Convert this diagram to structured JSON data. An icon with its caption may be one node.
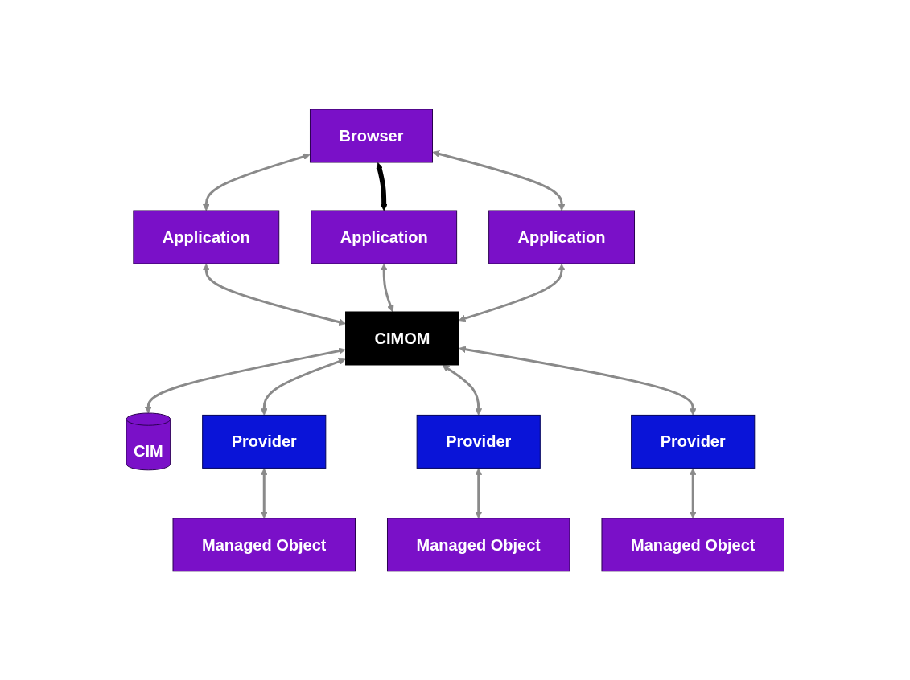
{
  "diagram": {
    "nodes": [
      {
        "text": [
          "Browser"
        ]
      },
      {
        "text": [
          "Application"
        ]
      },
      {
        "text": [
          "Application"
        ]
      },
      {
        "text": [
          "Application"
        ]
      },
      {
        "text": [
          "CIMOM"
        ]
      },
      {
        "text": [
          "CIM"
        ]
      },
      {
        "text": [
          "Provider"
        ]
      },
      {
        "text": [
          "Provider"
        ]
      },
      {
        "text": [
          "Provider"
        ]
      },
      {
        "text": [
          "Managed Object"
        ]
      },
      {
        "text": [
          "Managed Object"
        ]
      },
      {
        "text": [
          "Managed Object"
        ]
      }
    ],
    "edges": [
      {
        "from": 0,
        "to": 1,
        "arrow": "both"
      },
      {
        "from": 0,
        "to": 2,
        "arrow": "both",
        "style": "thick",
        "color": "#000000"
      },
      {
        "from": 0,
        "to": 3,
        "arrow": "both"
      },
      {
        "from": 1,
        "to": 4,
        "arrow": "both"
      },
      {
        "from": 2,
        "to": 4,
        "arrow": "both"
      },
      {
        "from": 3,
        "to": 4,
        "arrow": "both"
      },
      {
        "from": 4,
        "to": 5,
        "arrow": "both"
      },
      {
        "from": 4,
        "to": 6,
        "arrow": "both"
      },
      {
        "from": 4,
        "to": 7,
        "arrow": "both"
      },
      {
        "from": 4,
        "to": 8,
        "arrow": "both"
      },
      {
        "from": 6,
        "to": 9,
        "arrow": "both"
      },
      {
        "from": 7,
        "to": 10,
        "arrow": "both"
      },
      {
        "from": 8,
        "to": 11,
        "arrow": "both"
      }
    ]
  }
}
